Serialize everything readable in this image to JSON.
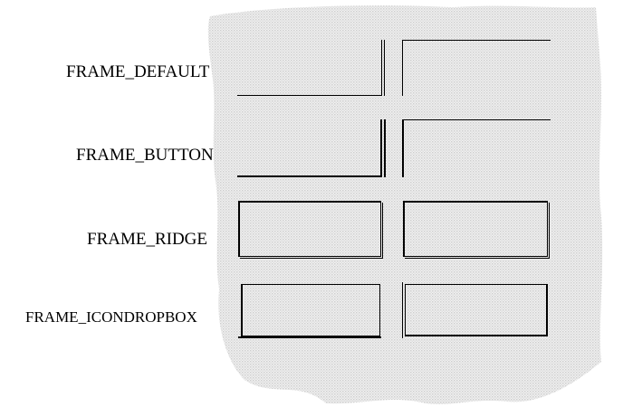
{
  "rows": [
    {
      "label": "FRAME_DEFAULT"
    },
    {
      "label": "FRAME_BUTTON"
    },
    {
      "label": "FRAME_RIDGE"
    },
    {
      "label": "FRAME_ICONDROPBOX"
    }
  ],
  "colors": {
    "background": "#ffffff",
    "texture": "#d9d9d9",
    "frame_line": "#000000",
    "text": "#000000"
  }
}
